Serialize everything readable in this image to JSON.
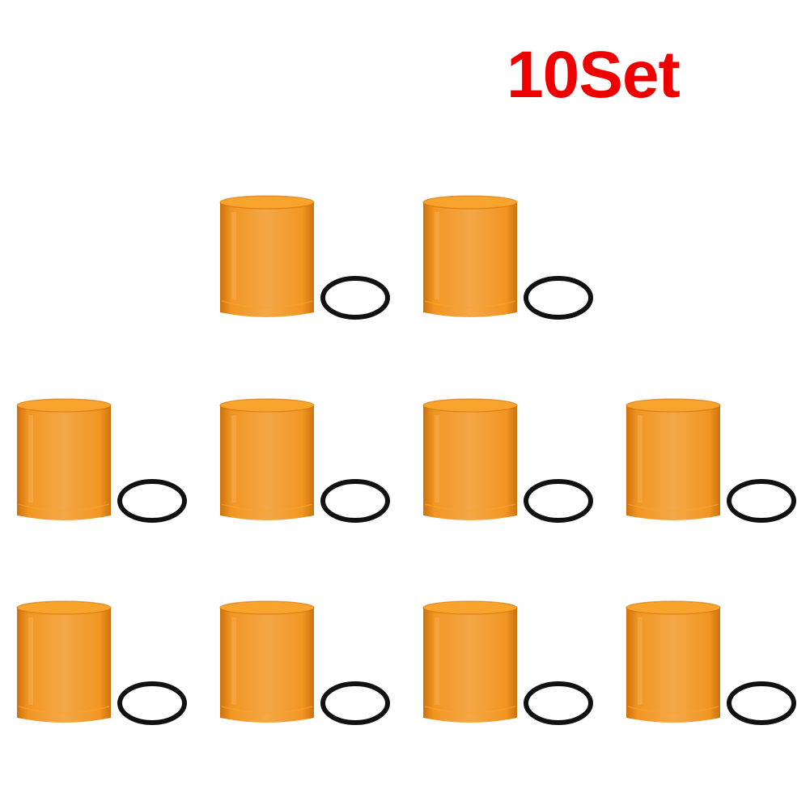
{
  "title": {
    "text": "10Set",
    "color": "#ee0000"
  },
  "product": {
    "tube_color": "#f08a0a",
    "tube_rim_color": "#f8a42c",
    "tube_shadow_color": "#c96a00",
    "oring_color": "#111111",
    "set_count": 10,
    "rows": [
      2,
      4,
      4
    ]
  }
}
